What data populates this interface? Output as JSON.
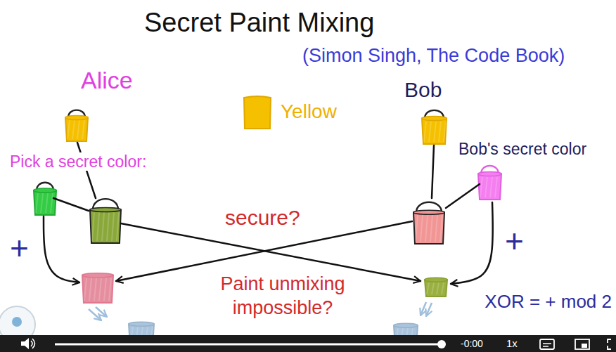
{
  "diagram": {
    "title": "Secret Paint Mixing",
    "nodes": [
      {
        "text": [
          "Yellow"
        ]
      }
    ],
    "labels": [
      "(Simon Singh, The Code Book)",
      "Alice",
      "Bob",
      "Pick a secret color:",
      "Bob's secret color",
      "+",
      "secure?",
      "+",
      "Paint unmixing impossible?",
      "XOR = + mod 2",
      "-0:00",
      "1x"
    ]
  }
}
